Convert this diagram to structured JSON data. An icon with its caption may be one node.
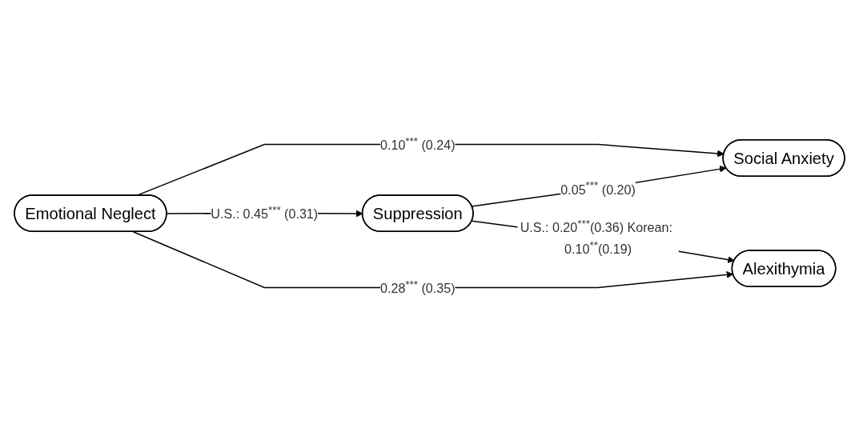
{
  "diagram": {
    "nodes": [
      {
        "text": [
          "Social Anxiety"
        ]
      },
      {
        "text": [
          "Emotional Neglect"
        ]
      },
      {
        "text": [
          "Suppression"
        ]
      },
      {
        "text": [
          "Alexithymia"
        ]
      }
    ],
    "edges": [
      {
        "from": 1,
        "to": 0,
        "arrow": "to",
        "label": "0.10$^{***}$ (0.24)"
      },
      {
        "from": 1,
        "to": 2,
        "arrow": "to",
        "label": "U.S.: 0.45$^{***}$ (0.31)"
      },
      {
        "from": 1,
        "to": 3,
        "arrow": "to",
        "label": "0.28$^{***}$ (0.35)"
      },
      {
        "from": 2,
        "to": 0,
        "arrow": "to",
        "label": "0.05$^{***}$ (0.20)"
      },
      {
        "from": 2,
        "to": 3,
        "arrow": "to",
        "label": "U.S.: 0.20$^{***}$(0.36) Korean: 0.10$^{**}$(0.19)"
      }
    ]
  }
}
